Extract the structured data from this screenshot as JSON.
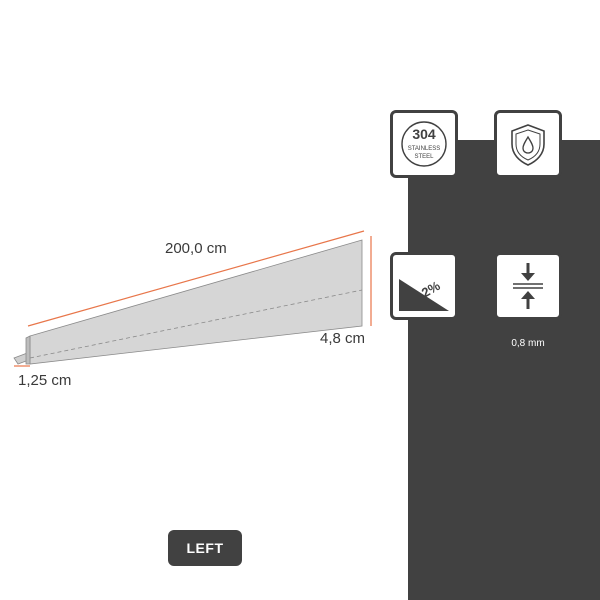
{
  "dimensions": {
    "length": "200,0 cm",
    "height": "4,8 cm",
    "base": "1,25 cm"
  },
  "icons": {
    "material": {
      "icon": "stainless-steel-304-icon",
      "grade": "304",
      "line1": "STAINLESS",
      "line2": "STEEL"
    },
    "protection": {
      "icon": "shield-drop-icon"
    },
    "slope": {
      "icon": "slope-icon",
      "value": "2%"
    },
    "thickness": {
      "icon": "thickness-arrows-icon",
      "value": "0,8 mm"
    }
  },
  "side_badge": "LEFT",
  "colors": {
    "dark": "#414141",
    "accent": "#e8764a",
    "profile": "#d6d6d6"
  }
}
